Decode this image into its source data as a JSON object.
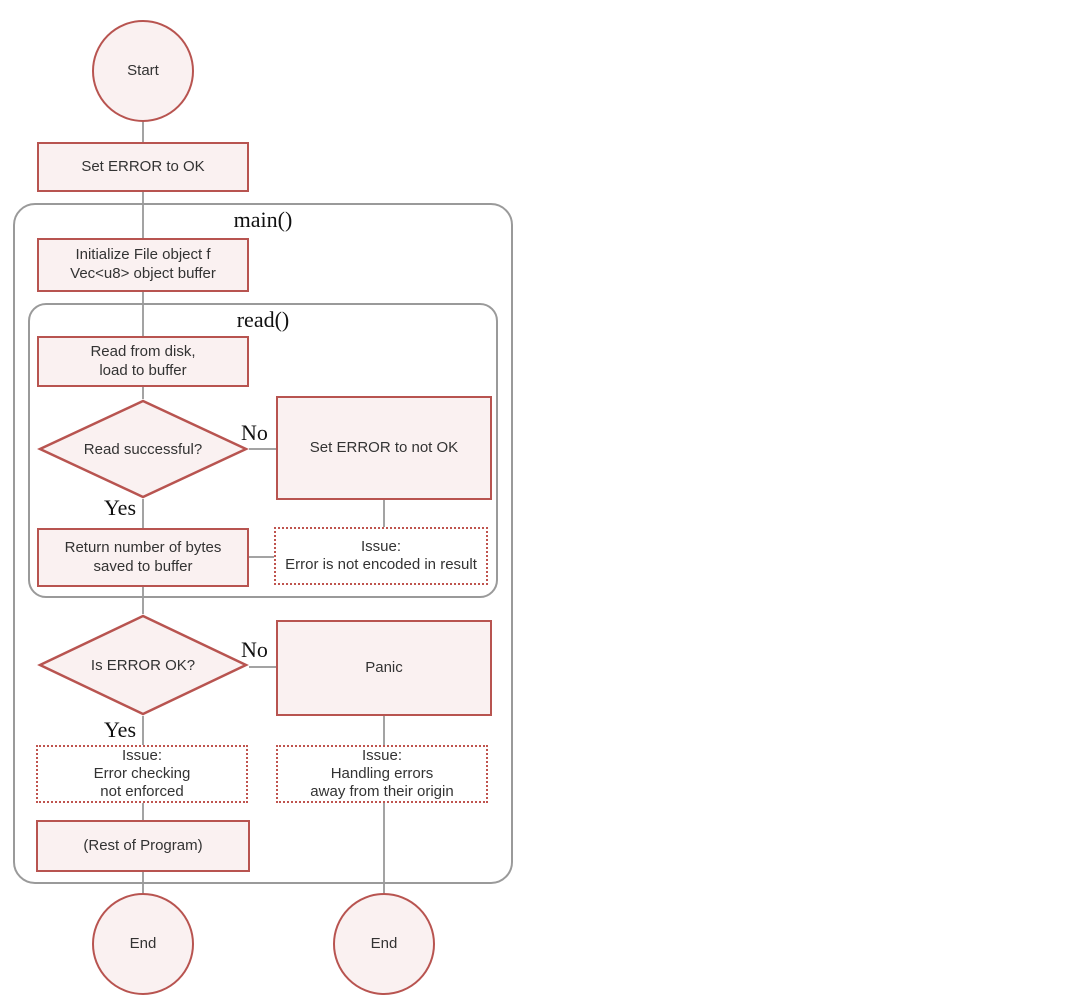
{
  "colors": {
    "node_stroke": "#b85450",
    "node_fill": "#faf1f1",
    "container_stroke": "#9a9a9a",
    "connector": "#a3a3a3",
    "issue_border": "#bf544e",
    "text": "#333333"
  },
  "nodes": {
    "start": "Start",
    "set_error_ok": "Set ERROR to OK",
    "main_label": "main()",
    "init_objects": "Initialize File object f\nVec<u8> object buffer",
    "read_label": "read()",
    "read_from_disk": "Read from disk,\nload to buffer",
    "read_successful": "Read successful?",
    "set_error_not_ok": "Set ERROR to not OK",
    "return_bytes": "Return number of bytes\nsaved to buffer",
    "issue_not_encoded": "Issue:\nError is not encoded in result",
    "is_error_ok": "Is ERROR OK?",
    "panic": "Panic",
    "issue_error_checking": "Issue:\nError checking\nnot enforced",
    "issue_handling_errors": "Issue:\nHandling errors\naway from their origin",
    "rest_of_program": "(Rest of Program)",
    "end_main": "End",
    "end_error": "End"
  },
  "edge_labels": {
    "read_no": "No",
    "read_yes": "Yes",
    "error_no": "No",
    "error_yes": "Yes"
  }
}
